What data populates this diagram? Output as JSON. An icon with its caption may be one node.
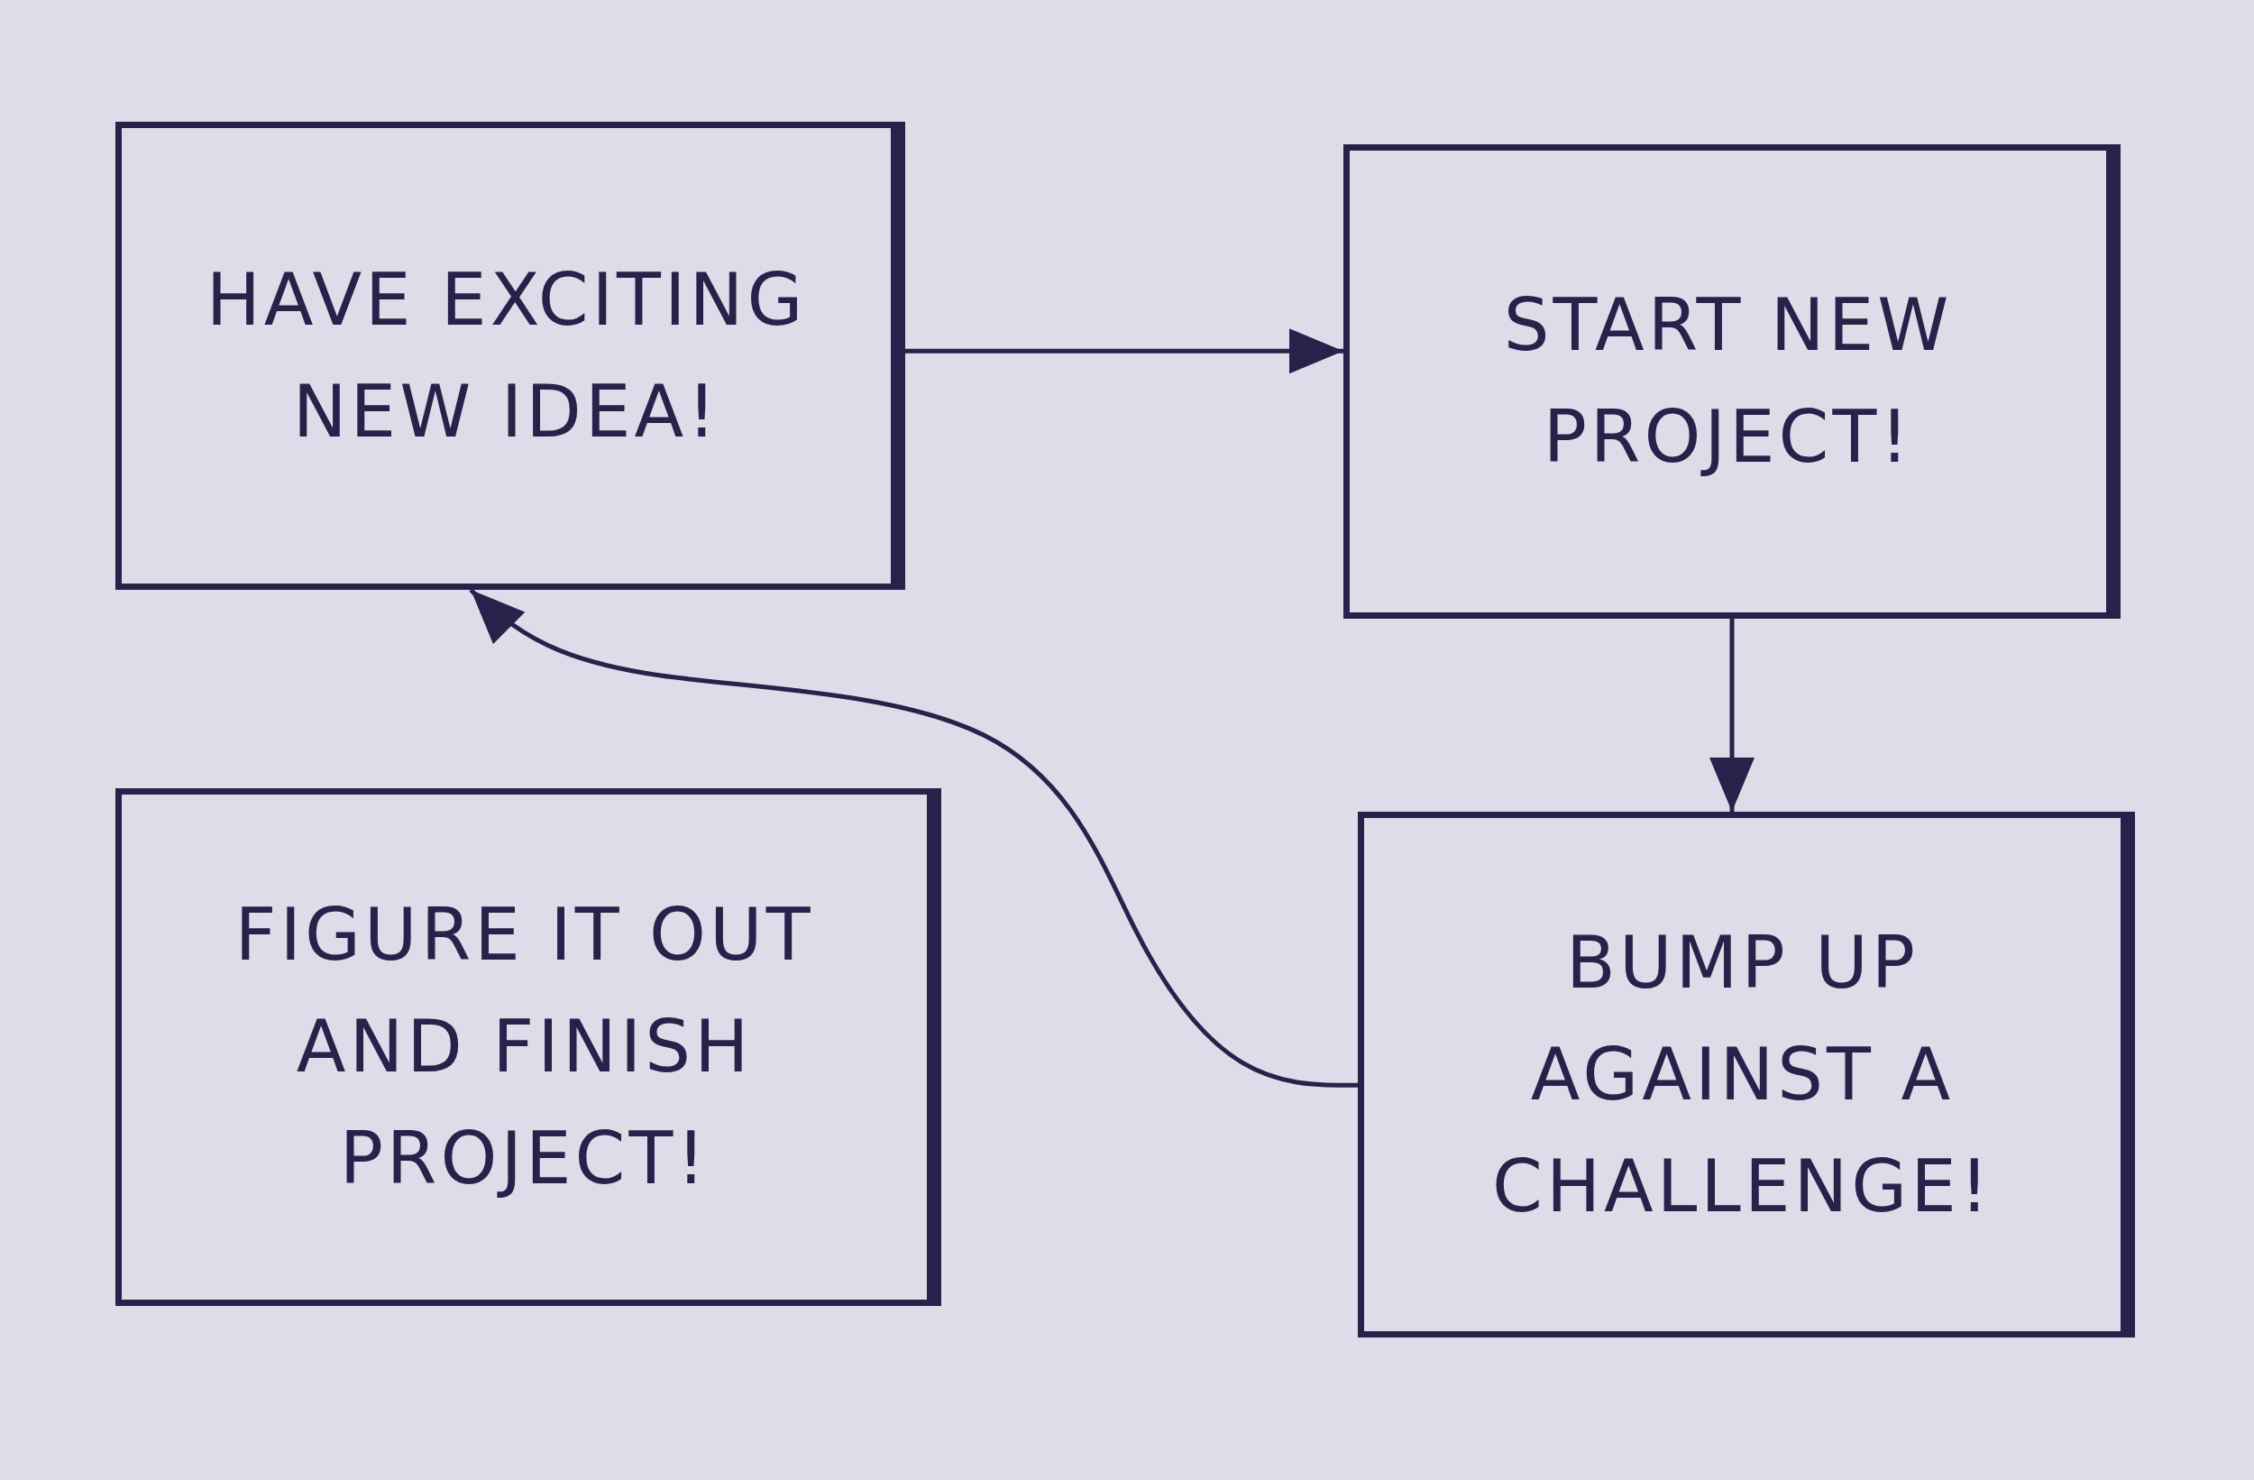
{
  "diagram": {
    "nodes": [
      {
        "text": [
          "HAVE EXCITING NEW IDEA!"
        ]
      },
      {
        "text": [
          "START NEW PROJECT!"
        ]
      },
      {
        "text": [
          "FIGURE IT OUT AND FINISH PROJECT!"
        ]
      },
      {
        "text": [
          "BUMP UP AGAINST A CHALLENGE!"
        ]
      }
    ],
    "edges": [
      {
        "from": 0,
        "to": 1,
        "arrow": "to"
      },
      {
        "from": 1,
        "to": 3,
        "arrow": "to"
      },
      {
        "from": 3,
        "to": 0,
        "arrow": "to"
      }
    ]
  }
}
